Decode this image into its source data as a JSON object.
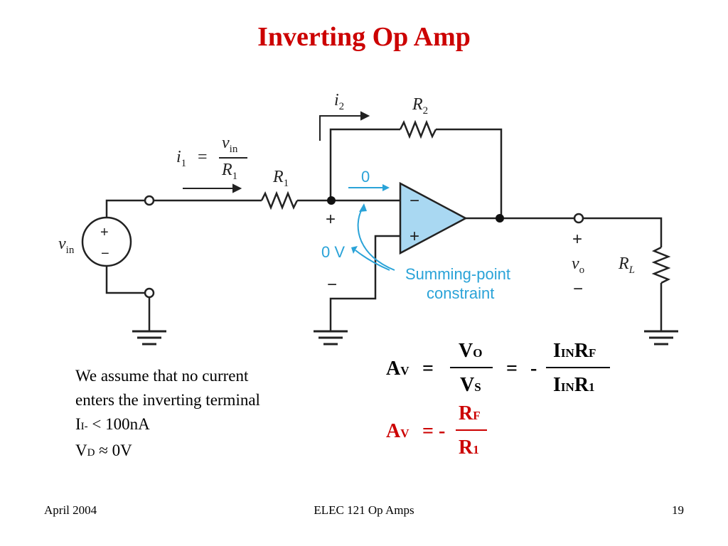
{
  "slide": {
    "title": "Inverting Op Amp",
    "notes": {
      "line1": "We assume that no current",
      "line2": "enters the inverting terminal",
      "line3_main": "I",
      "line3_sub": "I-",
      "line3_rest": " < 100nA",
      "line4_main": "V",
      "line4_sub": "D",
      "line4_rest": " ≈ 0V"
    },
    "footer": {
      "left": "April  2004",
      "center": "ELEC 121  Op Amps",
      "right": "19"
    }
  },
  "circuit": {
    "labels": {
      "i1": "i",
      "i1_sub": "1",
      "equals": "=",
      "v_in_num": "v",
      "v_in_num_sub": "in",
      "r1_den": "R",
      "r1_den_sub": "1",
      "r1": "R",
      "r1_sub": "1",
      "i2": "i",
      "i2_sub": "2",
      "r2": "R",
      "r2_sub": "2",
      "zero": "0",
      "plus_left": "+",
      "zero_v": "0 V",
      "minus_left": "−",
      "opamp_minus": "−",
      "opamp_plus": "+",
      "source_plus": "+",
      "source_minus": "−",
      "v_in": "v",
      "v_in_sub": "in",
      "vo_plus": "+",
      "vo": "v",
      "vo_sub": "o",
      "vo_minus": "−",
      "rl": "R",
      "rl_sub": "L",
      "summing1": "Summing-point",
      "summing2": "constraint"
    },
    "colors": {
      "accent": "#2aa3d8",
      "opamp_fill": "#a9d8f2",
      "wire": "#222222"
    }
  },
  "equations": {
    "eq1": {
      "lhs": "A",
      "lhs_sub": "V",
      "eq1": "=",
      "num1": "V",
      "num1_sub": "O",
      "den1": "V",
      "den1_sub": "S",
      "eq2": "=",
      "minus": "-",
      "num2a": "I",
      "num2a_sub": "IN",
      "num2b": "R",
      "num2b_sub": "F",
      "den2a": "I",
      "den2a_sub": "IN",
      "den2b": "R",
      "den2b_sub": "1"
    },
    "eq2": {
      "lhs": "A",
      "lhs_sub": "V",
      "eq": "= -",
      "num": "R",
      "num_sub": "F",
      "den": "R",
      "den_sub": "1"
    },
    "colors": {
      "highlight": "#cc0000"
    }
  }
}
